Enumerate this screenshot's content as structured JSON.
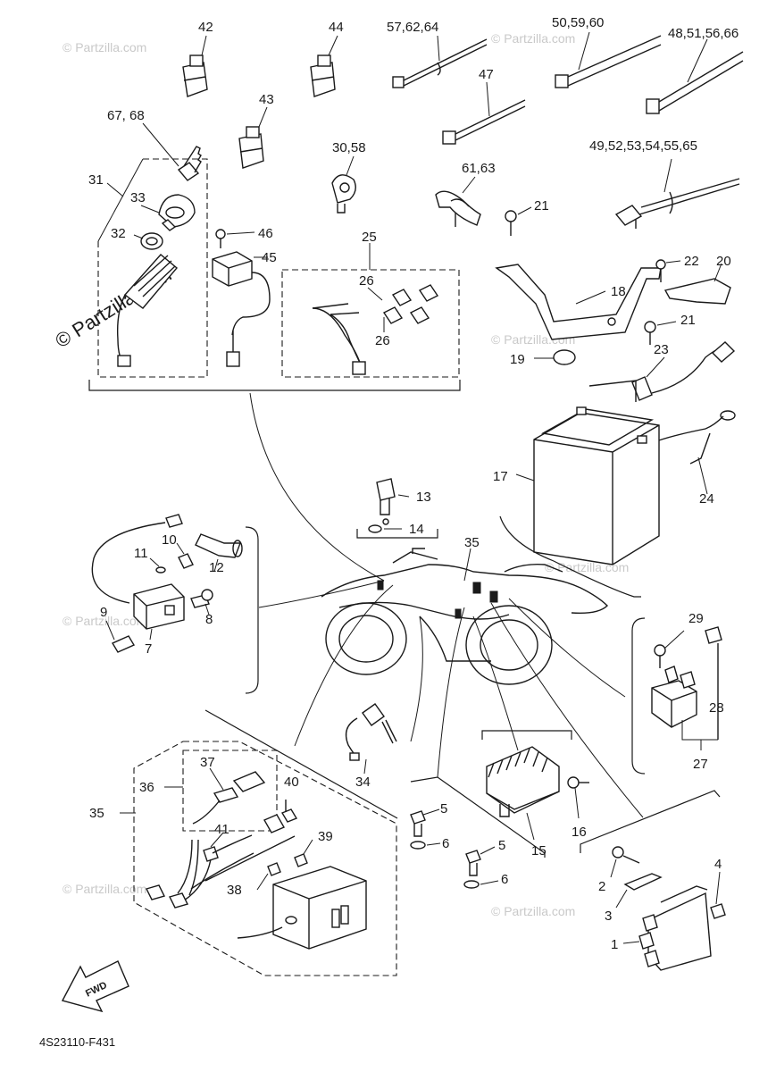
{
  "diagram_code": "4S23110-F431",
  "fwd_label": "FWD",
  "watermark_text": "© Partzilla.com",
  "colors": {
    "ink": "#1a1a1a",
    "watermark": "#c9c9c9",
    "background": "#ffffff"
  },
  "callouts": {
    "c42": "42",
    "c44": "44",
    "c57_62_64": "57,62,64",
    "c50_59_60": "50,59,60",
    "c48_51_56_66": "48,51,56,66",
    "c47": "47",
    "c43": "43",
    "c67_68": "67, 68",
    "c30_58": "30,58",
    "c61_63": "61,63",
    "c49_52_53_54_55_65": "49,52,53,54,55,65",
    "c31": "31",
    "c33": "33",
    "c32": "32",
    "c46": "46",
    "c45": "45",
    "c25": "25",
    "c26a": "26",
    "c26b": "26",
    "c21a": "21",
    "c22": "22",
    "c20": "20",
    "c18": "18",
    "c21b": "21",
    "c19": "19",
    "c23": "23",
    "c17": "17",
    "c24": "24",
    "c13": "13",
    "c14": "14",
    "c35a": "35",
    "c10": "10",
    "c11": "11",
    "c12": "12",
    "c9": "9",
    "c8": "8",
    "c7": "7",
    "c29": "29",
    "c28": "28",
    "c27": "27",
    "c37": "37",
    "c36": "36",
    "c40": "40",
    "c35b": "35",
    "c41": "41",
    "c39": "39",
    "c38": "38",
    "c34": "34",
    "c5a": "5",
    "c6a": "6",
    "c5b": "5",
    "c6b": "6",
    "c15": "15",
    "c16": "16",
    "c4": "4",
    "c2": "2",
    "c3": "3",
    "c1": "1"
  }
}
